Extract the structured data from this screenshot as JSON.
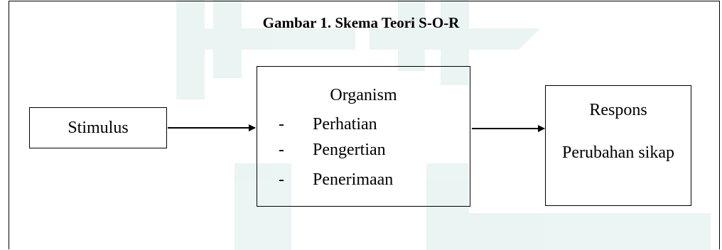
{
  "title": "Gambar 1. Skema Teori S-O-R",
  "stimulus": {
    "label": "Stimulus"
  },
  "organism": {
    "label": "Organism",
    "items": [
      {
        "bullet": "-",
        "text": "Perhatian"
      },
      {
        "bullet": "-",
        "text": "Pengertian"
      },
      {
        "bullet": "-",
        "text": "Penerimaan"
      }
    ]
  },
  "response": {
    "label": "Respons",
    "text": "Perubahan sikap"
  },
  "colors": {
    "line": "#000000",
    "watermark": "#5aa9a3"
  }
}
